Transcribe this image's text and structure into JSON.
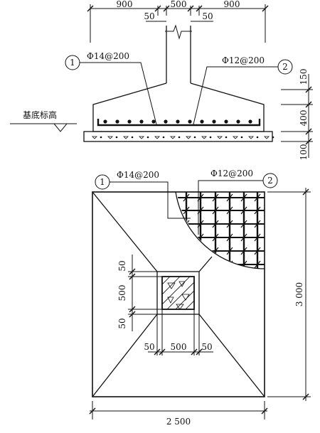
{
  "section": {
    "dims_top": {
      "left": "900",
      "center": "500",
      "right": "900",
      "col_offset_left": "50",
      "col_offset_right": "50"
    },
    "dims_right": {
      "slope_height": "150",
      "base_height": "400",
      "bed_height": "100"
    },
    "ground_label": "基底标高",
    "rebar_1": {
      "marker": "1",
      "spec": "Φ14@200"
    },
    "rebar_2": {
      "marker": "2",
      "spec": "Φ12@200"
    }
  },
  "plan": {
    "rebar_1": {
      "marker": "1",
      "spec": "Φ14@200"
    },
    "rebar_2": {
      "marker": "2",
      "spec": "Φ12@200"
    },
    "dims_left": {
      "top": "50",
      "middle": "500",
      "bottom": "50"
    },
    "dims_bottom_inner": {
      "left": "50",
      "middle": "500",
      "right": "50"
    },
    "width": "2 500",
    "height": "3 000"
  }
}
